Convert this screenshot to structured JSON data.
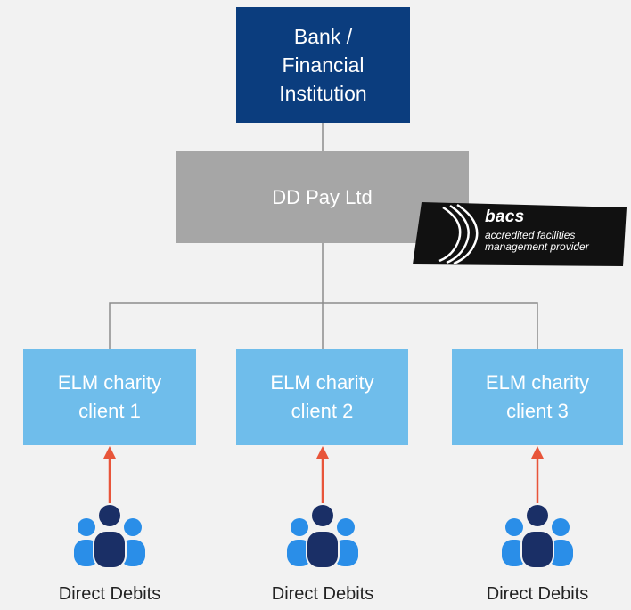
{
  "bank": {
    "label": "Bank /\nFinancial\nInstitution"
  },
  "provider": {
    "label": "DD Pay Ltd"
  },
  "badge": {
    "brand": "bacs",
    "line1": "accredited facilities",
    "line2": "management provider"
  },
  "clients": [
    {
      "label": "ELM charity\nclient 1"
    },
    {
      "label": "ELM charity\nclient 2"
    },
    {
      "label": "ELM charity\nclient 3"
    }
  ],
  "sources": [
    {
      "label": "Direct Debits",
      "icon": "people-group-icon"
    },
    {
      "label": "Direct Debits",
      "icon": "people-group-icon"
    },
    {
      "label": "Direct Debits",
      "icon": "people-group-icon"
    }
  ],
  "colors": {
    "bank": "#0b3d7e",
    "provider": "#a6a6a6",
    "client": "#6fbdeb",
    "arrow": "#e8553a",
    "connector": "#8c8c8c",
    "people_primary": "#1a2f66",
    "people_secondary": "#2a8ee8"
  }
}
